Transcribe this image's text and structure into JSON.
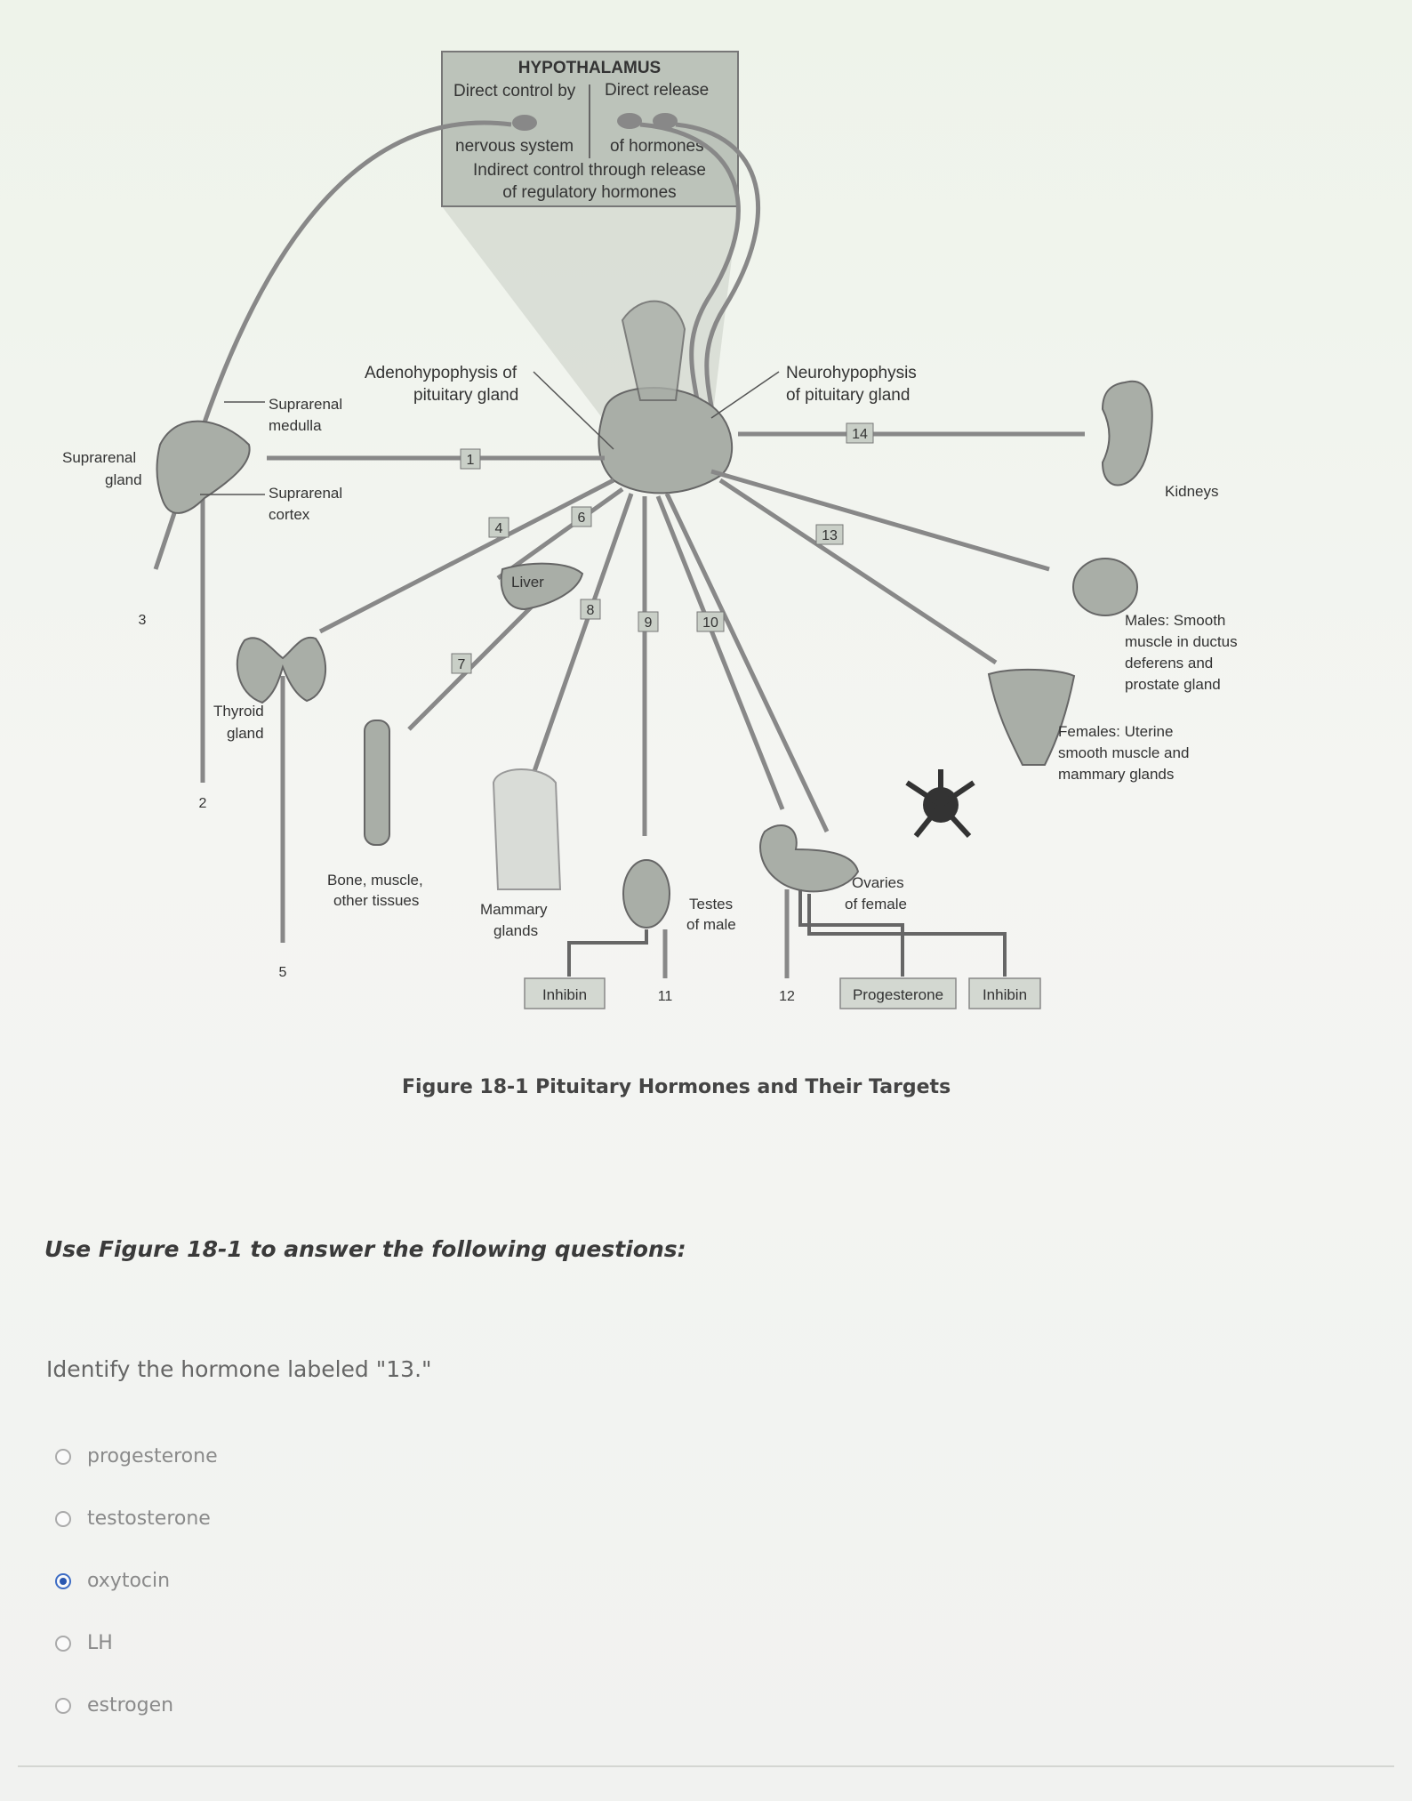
{
  "figure": {
    "hypothalamus": {
      "title": "HYPOTHALAMUS",
      "direct_control": [
        "Direct control by",
        "nervous system"
      ],
      "direct_release": [
        "Direct release",
        "of hormones"
      ],
      "indirect": [
        "Indirect control through release",
        "of regulatory hormones"
      ]
    },
    "labels": {
      "adenohypophysis": [
        "Adenohypophysis of",
        "pituitary gland"
      ],
      "neurohypophysis": [
        "Neurohypophysis",
        "of pituitary gland"
      ],
      "suprarenal_gland": [
        "Suprarenal",
        "gland"
      ],
      "suprarenal_medulla": [
        "Suprarenal",
        "medulla"
      ],
      "suprarenal_cortex": [
        "Suprarenal",
        "cortex"
      ],
      "thyroid": [
        "Thyroid",
        "gland"
      ],
      "liver": "Liver",
      "bone": [
        "Bone, muscle,",
        "other tissues"
      ],
      "mammary": [
        "Mammary",
        "glands"
      ],
      "testes": [
        "Testes",
        "of male"
      ],
      "ovaries": [
        "Ovaries",
        "of female"
      ],
      "kidneys": "Kidneys",
      "males": [
        "Males: Smooth",
        "muscle in ductus",
        "deferens and",
        "prostate gland"
      ],
      "females": [
        "Females: Uterine",
        "smooth muscle and",
        "mammary glands"
      ]
    },
    "numbers": {
      "n1": "1",
      "n2": "2",
      "n3": "3",
      "n4": "4",
      "n5": "5",
      "n6": "6",
      "n7": "7",
      "n8": "8",
      "n9": "9",
      "n10": "10",
      "n11": "11",
      "n12": "12",
      "n13": "13",
      "n14": "14"
    },
    "hormone_boxes": {
      "inhibin_male": "Inhibin",
      "progesterone": "Progesterone",
      "inhibin_female": "Inhibin"
    },
    "caption": "Figure 18-1 Pituitary Hormones and Their Targets"
  },
  "instruction": "Use Figure 18-1 to answer the following questions:",
  "question": "Identify the hormone labeled \"13.\"",
  "options": [
    {
      "label": "progesterone",
      "selected": false
    },
    {
      "label": "testosterone",
      "selected": false
    },
    {
      "label": "oxytocin",
      "selected": true
    },
    {
      "label": "LH",
      "selected": false
    },
    {
      "label": "estrogen",
      "selected": false
    }
  ]
}
